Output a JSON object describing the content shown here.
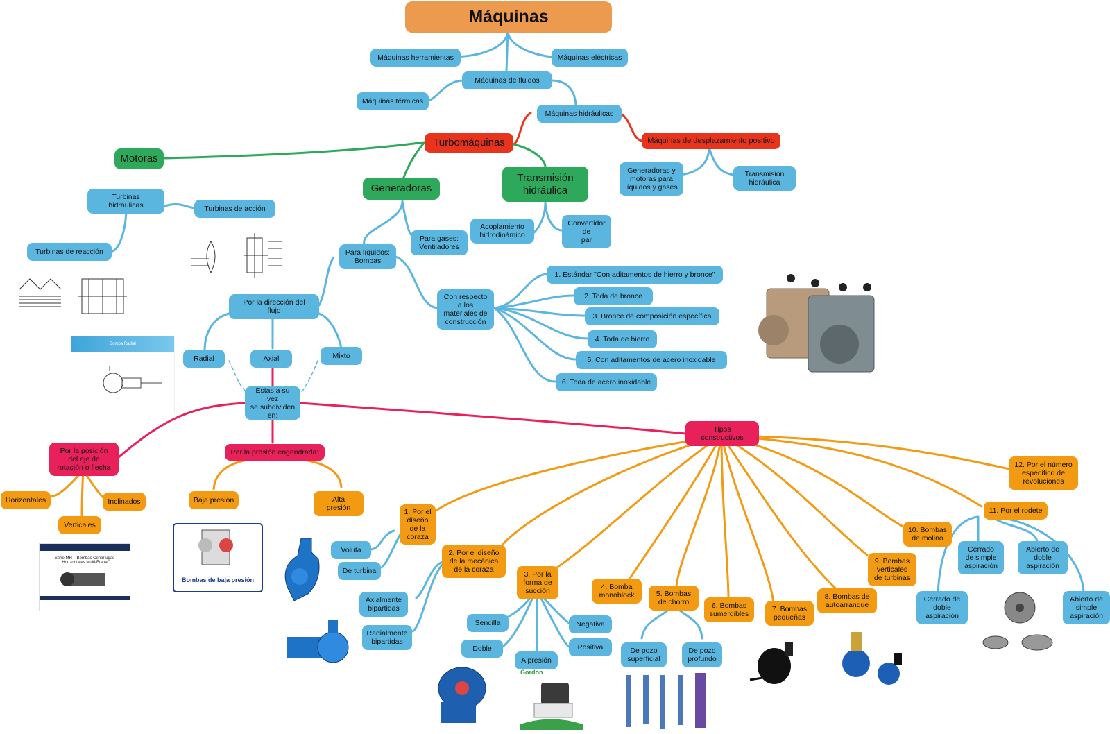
{
  "root": "Máquinas",
  "maquinas": {
    "herramientas": "Máquinas herramientas",
    "electricas": "Máquinas eléctricas",
    "fluidos": "Máquinas de fluidos",
    "termicas": "Máquinas térmicas",
    "hidraulicas": "Máquinas hidráulicas",
    "desplazamiento": "Máquinas de desplazamiento positivo",
    "gen_motores": "Generadoras y\nmotoras para\nlíquidos y gases",
    "transmision_hid": "Transmisión\nhidráulica"
  },
  "turbo": {
    "label": "Turbomáquinas",
    "motoras": "Motoras",
    "generadoras": "Generadoras",
    "transmision": "Transmisión\nhidráulica"
  },
  "motoras": {
    "turbinas": "Turbinas\nhidráulicas",
    "accion": "Turbinas de acción",
    "reaccion": "Turbinas de reacción"
  },
  "transmision": {
    "acoplamiento": "Acoplamiento\nhidrodinámico",
    "convertidor": "Convertidor\nde\npar"
  },
  "generadoras": {
    "gases": "Para gases:\nVentiladores",
    "liquidos": "Para líquidos:\nBombas"
  },
  "materiales": {
    "label": "Con respecto\na los\nmateriales de\nconstrucción",
    "items": [
      "1. Estándar \"Con aditamentos de hierro y bronce\"",
      "2. Toda de bronce",
      "3. Bronce de composición específica",
      "4. Toda de hierro",
      "5. Con aditamentos de acero inoxidable",
      "6. Toda de acero inoxidable"
    ]
  },
  "flujo": {
    "label": "Por la dirección del\nflujo",
    "radial": "Radial",
    "axial": "Axial",
    "mixto": "Mixto",
    "subdividen": "Estas a su vez\nse subdividen\nen:"
  },
  "posicion": {
    "label": "Por la posición\ndel eje de\nrotación o flecha",
    "horizontales": "Horizontales",
    "verticales": "Verticales",
    "inclinados": "Inclinados"
  },
  "presion": {
    "label": "Por la presión engendrada:",
    "baja": "Baja presión",
    "alta": "Alta\npresión"
  },
  "tipos": {
    "label": "Tipos\nconstructivos",
    "t1": "1. Por el\ndiseño\nde la\ncoraza",
    "voluta": "Voluta",
    "turbina": "De turbina",
    "t2": "2. Por el diseño\nde la mecánica\nde la coraza",
    "axialmente": "Axialmente\nbipartidas",
    "radialmente": "Radialmente\nbipartidas",
    "t3": "3. Por la\nforma de\nsucción",
    "sencilla": "Sencilla",
    "doble": "Doble",
    "apresion": "A presión",
    "negativa": "Negativa",
    "positiva": "Positiva",
    "t4": "4. Bomba\nmonoblock",
    "t5": "5. Bombas\nde chorro",
    "pozo_sup": "De pozo\nsuperficial",
    "pozo_prof": "De pozo\nprofundo",
    "t6": "6. Bombas\nsumergibles",
    "t7": "7. Bombas\npequeñas",
    "t8": "8. Bombas de\nautoarranque",
    "t9": "9. Bombas\nverticales\nde turbinas",
    "t10": "10. Bombas\nde molino",
    "t11": "11. Por el rodete",
    "cerrado_doble": "Cerrado de\ndoble\naspiración",
    "cerrado_simple": "Cerrado\nde simple\naspiración",
    "abierto_doble": "Abierto de\ndoble\naspiración",
    "abierto_simple": "Abierto de\nsimple\naspiración",
    "t12": "12. Por el número\nespecífico de\nrevoluciones"
  },
  "images": {
    "bomba_radial": "Bomba Radial",
    "baja_presion_caption": "Bombas de baja presión",
    "serie_mh": "Serie MH – Bombas Centrífugas\nHorizontales Multi-Etapa",
    "gordon": "Gordon"
  },
  "colors": {
    "root": "#ec9a4e",
    "red": "#e8341c",
    "green": "#2ea95c",
    "blue": "#5bb6df",
    "orange": "#f29a12",
    "pink": "#e8215a"
  }
}
